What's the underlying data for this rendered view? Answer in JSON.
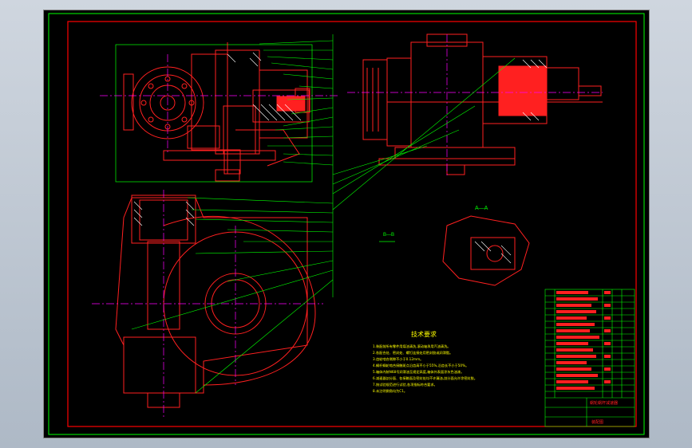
{
  "drawing": {
    "section_label": "A—A",
    "section_label_small": "B—B",
    "notes_title": "技术要求",
    "notes": [
      "1.装配前所有零件用煤油清洗,滚动轴承用汽油清洗。",
      "2.各配合处、密封处、螺钉连接处用密封胶或润滑脂。",
      "3.齿轮啮合侧隙不小于0.12mm。",
      "4.蜗杆蜗轮啮合接触斑点沿齿高不小于55%,沿齿长不小于50%。",
      "5.箱体内装N68号润滑油至规定高度,箱体外表面涂灰色油漆。",
      "6.减速器剖分面、各接触面及密封处均不许漏油,剖分面允许涂密封胶。",
      "7.按试验规范进行试验,各项指标符合要求。",
      "8.未注明倒角均为C1。"
    ],
    "title_block": {
      "drawing_name": "蜗轮蜗杆减速器",
      "company": "装配图"
    },
    "colors": {
      "frame": "#ff0000",
      "inner_border": "#00ff00",
      "part_lines": "#ff2020",
      "leaders": "#00ff00",
      "centerlines": "#ff00ff",
      "hatch": "#ffffff",
      "notes_text": "#ffff00",
      "table_text": "#ff2020"
    }
  }
}
